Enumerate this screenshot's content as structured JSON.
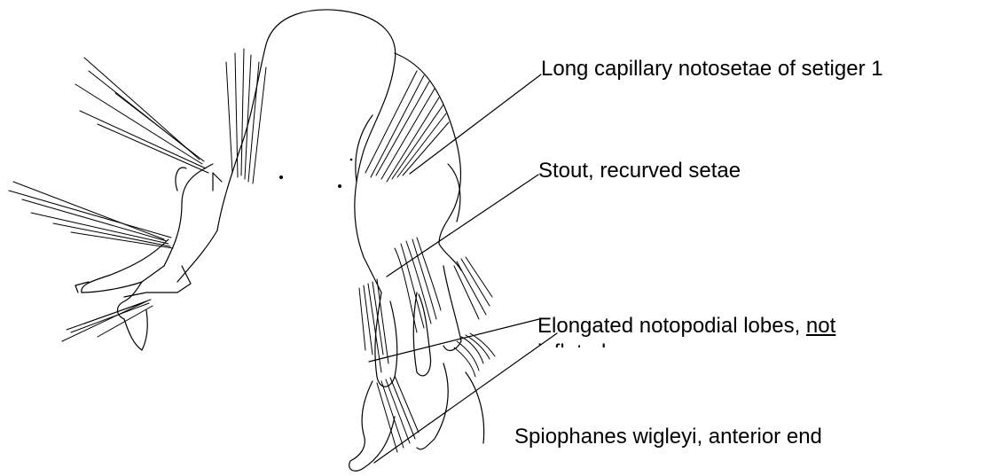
{
  "labels": {
    "notosetae": "Long capillary notosetae of setiger 1",
    "recurved": "Stout, recurved setae",
    "lobes_pre": "Elongated notopodial lobes, ",
    "lobes_not": "not",
    "lobes_hidden": "inflated",
    "caption": "Spiophanes wigleyi, anterior end"
  },
  "colors": {
    "ink": "#000000",
    "background": "#ffffff"
  }
}
